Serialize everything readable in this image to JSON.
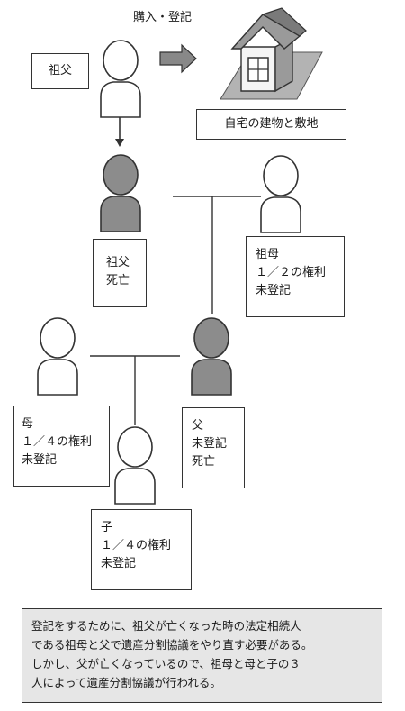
{
  "purchase_label": "購入・登記",
  "property_label": "自宅の建物と敷地",
  "grandfather_box": "祖父",
  "grandfather_dead": [
    "祖父",
    "死亡"
  ],
  "grandmother": [
    "祖母",
    "１／２の権利",
    "未登記"
  ],
  "mother": [
    "母",
    "１／４の権利",
    "未登記"
  ],
  "father": [
    "父",
    "未登記",
    "死亡"
  ],
  "child": [
    "子",
    "１／４の権利",
    "未登記"
  ],
  "note": [
    "登記をするために、祖父が亡くなった時の法定相続人",
    "である祖母と父で遺産分割協議をやり直す必要がある。",
    "しかし、父が亡くなっているので、祖母と母と子の３",
    "人によって遺産分割協議が行われる。"
  ],
  "colors": {
    "alive": "#ffffff",
    "deceased": "#8c8c8c",
    "line": "#333333",
    "note_bg": "#e6e6e6"
  },
  "icons": [
    "person-icon",
    "house-icon",
    "arrow-right-icon",
    "arrow-down-icon"
  ]
}
